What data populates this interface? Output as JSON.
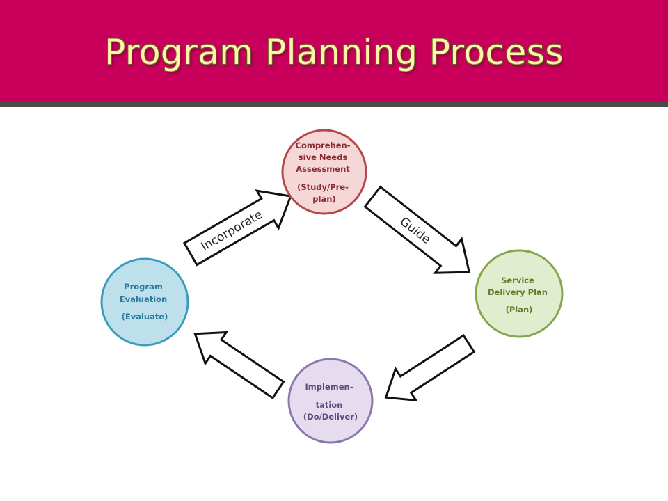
{
  "title": "Program Planning Process",
  "colors": {
    "header_bg": "#c9005b",
    "header_rule": "#4a4a4a",
    "title_text": "#fff3a8"
  },
  "nodes": {
    "needs": {
      "lines": [
        "Comprehen-",
        "sive Needs",
        "Assessment"
      ],
      "sub": [
        "(Study/Pre-",
        "plan)"
      ],
      "fill": "#f6d7d7",
      "stroke": "#b4474c",
      "text": "#8b2a32"
    },
    "service": {
      "lines": [
        "Service",
        "Delivery Plan"
      ],
      "sub": [
        "(Plan)"
      ],
      "fill": "#e2edcf",
      "stroke": "#83a84c",
      "text": "#5e7f2a"
    },
    "implement": {
      "lines": [
        "Implemen-"
      ],
      "sub": [
        "tation",
        "(Do/Deliver)"
      ],
      "fill": "#e5ddef",
      "stroke": "#8b78ae",
      "text": "#5b4a80"
    },
    "evaluation": {
      "lines": [
        "Program",
        "Evaluation"
      ],
      "sub": [
        "(Evaluate)"
      ],
      "fill": "#bde0ec",
      "stroke": "#3c9cbd",
      "text": "#2a7a9a"
    }
  },
  "arrows": {
    "incorporate": "Incorporate",
    "guide": "Guide"
  }
}
